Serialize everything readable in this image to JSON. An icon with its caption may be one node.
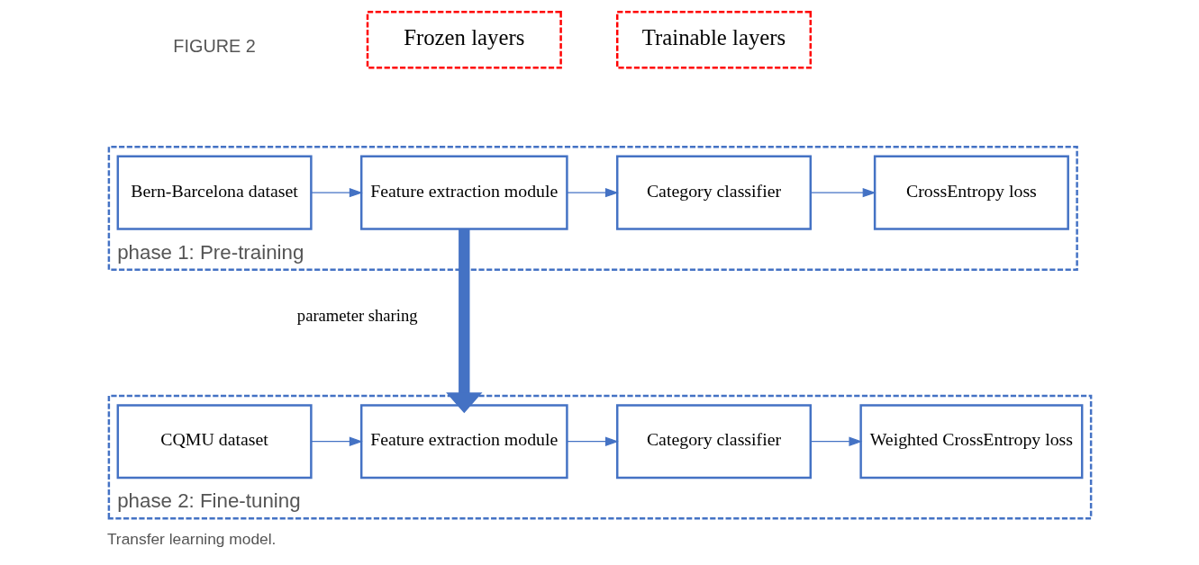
{
  "diagram": {
    "caption": "Transfer learning model.",
    "nodes": [
      {
        "text": [
          "phase 1: Pre-training"
        ]
      },
      {
        "text": [
          "Bern-Barcelona dataset"
        ],
        "in": 0
      },
      {
        "text": [
          "Feature extraction module"
        ],
        "in": 0
      },
      {
        "text": [
          "Category classifier"
        ],
        "in": 0
      },
      {
        "text": [
          "CrossEntropy loss"
        ],
        "in": 0
      },
      {
        "text": [
          "phase 2: Fine-tuning"
        ]
      },
      {
        "text": [
          "CQMU dataset"
        ],
        "in": 5
      },
      {
        "text": [
          "Feature extraction module"
        ],
        "in": 5
      },
      {
        "text": [
          "Category classifier"
        ],
        "in": 5
      },
      {
        "text": [
          "Weighted CrossEntropy loss"
        ],
        "in": 5
      },
      {
        "text": [
          "Frozen layers"
        ]
      },
      {
        "text": [
          "Trainable layers"
        ]
      }
    ],
    "edges": [
      {
        "from": 1,
        "to": 2,
        "arrow": "to"
      },
      {
        "from": 2,
        "to": 3,
        "arrow": "to"
      },
      {
        "from": 3,
        "to": 4,
        "arrow": "to"
      },
      {
        "from": 2,
        "to": 7,
        "arrow": "to",
        "label": "parameter sharing",
        "style": "thick"
      },
      {
        "from": 6,
        "to": 7,
        "arrow": "to"
      },
      {
        "from": 7,
        "to": 8,
        "arrow": "to"
      },
      {
        "from": 8,
        "to": 9,
        "arrow": "to"
      }
    ],
    "labels": [
      "FIGURE 2"
    ]
  }
}
